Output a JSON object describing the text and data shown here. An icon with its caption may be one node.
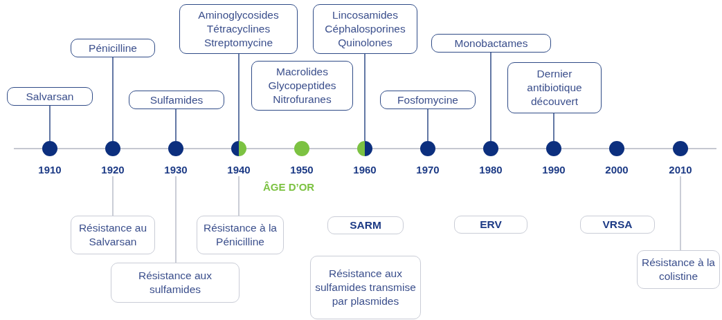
{
  "diagram": {
    "nodes": [
      {
        "text": [
          "Salvarsan"
        ]
      },
      {
        "text": [
          "Pénicilline"
        ]
      },
      {
        "text": [
          "Sulfamides"
        ]
      },
      {
        "text": [
          "Aminoglycosides",
          "Tétracyclines",
          "Streptomycine"
        ]
      },
      {
        "text": [
          "Macrolides",
          "Glycopeptides",
          "Nitrofuranes"
        ]
      },
      {
        "text": [
          "Lincosamides",
          "Céphalosporines",
          "Quinolones"
        ]
      },
      {
        "text": [
          "Fosfomycine"
        ]
      },
      {
        "text": [
          "Monobactames"
        ]
      },
      {
        "text": [
          "Dernier antibiotique découvert"
        ]
      },
      {
        "text": [],
        "shape": "circle",
        "beside": [
          "1910"
        ]
      },
      {
        "text": [],
        "shape": "circle",
        "beside": [
          "1920"
        ]
      },
      {
        "text": [],
        "shape": "circle",
        "beside": [
          "1930"
        ]
      },
      {
        "text": [],
        "shape": "circle",
        "beside": [
          "1940"
        ]
      },
      {
        "text": [],
        "shape": "circle",
        "beside": [
          "1950"
        ]
      },
      {
        "text": [],
        "shape": "circle",
        "beside": [
          "1960"
        ]
      },
      {
        "text": [],
        "shape": "circle",
        "beside": [
          "1970"
        ]
      },
      {
        "text": [],
        "shape": "circle",
        "beside": [
          "1980"
        ]
      },
      {
        "text": [],
        "shape": "circle",
        "beside": [
          "1990"
        ]
      },
      {
        "text": [],
        "shape": "circle",
        "beside": [
          "2000"
        ]
      },
      {
        "text": [],
        "shape": "circle",
        "beside": [
          "2010"
        ]
      },
      {
        "text": [
          "Résistance au Salvarsan"
        ]
      },
      {
        "text": [
          "Résistance aux sulfamides"
        ]
      },
      {
        "text": [
          "Résistance à la Pénicilline"
        ]
      },
      {
        "text": [
          "SARM"
        ]
      },
      {
        "text": [
          "Résistance aux sulfamides transmise par plasmides"
        ]
      },
      {
        "text": [
          "ERV"
        ]
      },
      {
        "text": [
          "VRSA"
        ]
      },
      {
        "text": [
          "Résistance à la colistine"
        ]
      }
    ],
    "edges": [
      {
        "from": 0,
        "to": 9,
        "arrow": "none"
      },
      {
        "from": 1,
        "to": 10,
        "arrow": "none"
      },
      {
        "from": 2,
        "to": 11,
        "arrow": "none"
      },
      {
        "from": 3,
        "to": 12,
        "arrow": "none"
      },
      {
        "from": 5,
        "to": 14,
        "arrow": "none"
      },
      {
        "from": 6,
        "to": 15,
        "arrow": "none"
      },
      {
        "from": 7,
        "to": 16,
        "arrow": "none"
      },
      {
        "from": 8,
        "to": 17,
        "arrow": "none"
      },
      {
        "from": 10,
        "to": 20,
        "arrow": "none",
        "color": "#b9bdc9"
      },
      {
        "from": 11,
        "to": 21,
        "arrow": "none",
        "color": "#b9bdc9"
      },
      {
        "from": 12,
        "to": 22,
        "arrow": "none",
        "color": "#b9bdc9"
      },
      {
        "from": 19,
        "to": 27,
        "arrow": "none",
        "color": "#b9bdc9"
      }
    ],
    "labels": [
      "ÂGE D’OR"
    ]
  }
}
